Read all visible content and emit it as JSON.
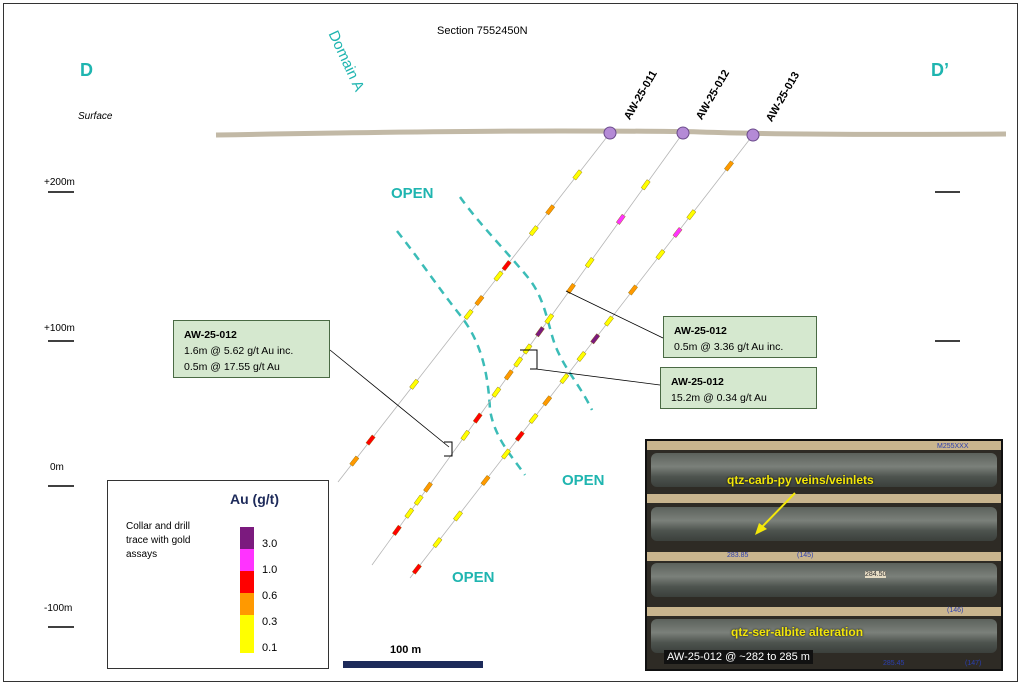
{
  "section_title": "Section 7552450N",
  "end_labels": {
    "left": "D",
    "right": "D’"
  },
  "surface_label": "Surface",
  "domain_label": "Domain A",
  "elevations": [
    "+200m",
    "+100m",
    "0m",
    "-100m"
  ],
  "open_labels": [
    "OPEN",
    "OPEN",
    "OPEN"
  ],
  "drill_holes": [
    "AW-25-011",
    "AW-25-012",
    "AW-25-013"
  ],
  "callouts": [
    {
      "title": "AW-25-012",
      "lines": [
        "1.6m @ 5.62 g/t Au inc.",
        "0.5m @ 17.55 g/t Au"
      ]
    },
    {
      "title": "AW-25-012",
      "lines": [
        "0.5m @ 3.36 g/t Au inc."
      ]
    },
    {
      "title": "AW-25-012",
      "lines": [
        "15.2m @ 0.34 g/t Au"
      ]
    }
  ],
  "legend": {
    "title": "Au (g/t)",
    "description": [
      "Collar and drill",
      "trace with gold",
      "assays"
    ],
    "items": [
      {
        "value": "3.0",
        "color": "#7b1a7e"
      },
      {
        "value": "1.0",
        "color": "#ff33ff"
      },
      {
        "value": "0.6",
        "color": "#ff0000"
      },
      {
        "value": "0.3",
        "color": "#ff9900"
      },
      {
        "value": "0.1",
        "color": "#ffff00"
      }
    ]
  },
  "scale_bar_label": "100 m",
  "core_photo": {
    "top_mark": "M255XXX",
    "upper_label": "qtz-carb-py veins/veinlets",
    "lower_label": "qtz-ser-albite alteration",
    "caption": "AW-25-012 @ ~282 to 285 m",
    "marks": [
      "283.85",
      "(145)",
      "284.50",
      "285.45",
      "(146)",
      "(147)"
    ]
  },
  "colors": {
    "accent_teal": "#1fb5b0",
    "surface": "#c2b9a6",
    "callout_bg": "#d5e8cf"
  }
}
